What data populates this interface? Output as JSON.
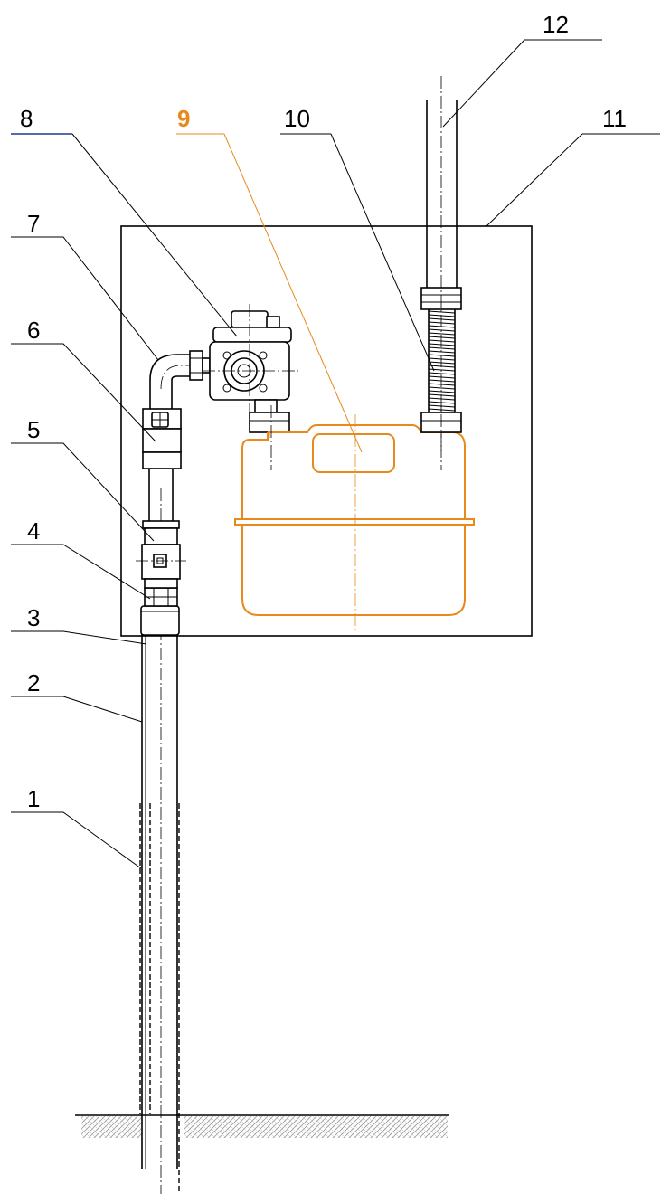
{
  "diagram": {
    "callouts": [
      {
        "id": "1",
        "text": "1",
        "color": "#000000"
      },
      {
        "id": "2",
        "text": "2",
        "color": "#000000"
      },
      {
        "id": "3",
        "text": "3",
        "color": "#000000"
      },
      {
        "id": "4",
        "text": "4",
        "color": "#000000"
      },
      {
        "id": "5",
        "text": "5",
        "color": "#000000"
      },
      {
        "id": "6",
        "text": "6",
        "color": "#000000"
      },
      {
        "id": "7",
        "text": "7",
        "color": "#000000"
      },
      {
        "id": "8",
        "text": "8",
        "color": "#000000"
      },
      {
        "id": "9",
        "text": "9",
        "color": "#e8891d"
      },
      {
        "id": "10",
        "text": "10",
        "color": "#000000"
      },
      {
        "id": "11",
        "text": "11",
        "color": "#000000"
      },
      {
        "id": "12",
        "text": "12",
        "color": "#000000"
      }
    ],
    "colors": {
      "line": "#000000",
      "highlight": "#e8891d",
      "underline_8": "#1f3a8a",
      "ground_hatch": "#9a9a9a"
    }
  }
}
